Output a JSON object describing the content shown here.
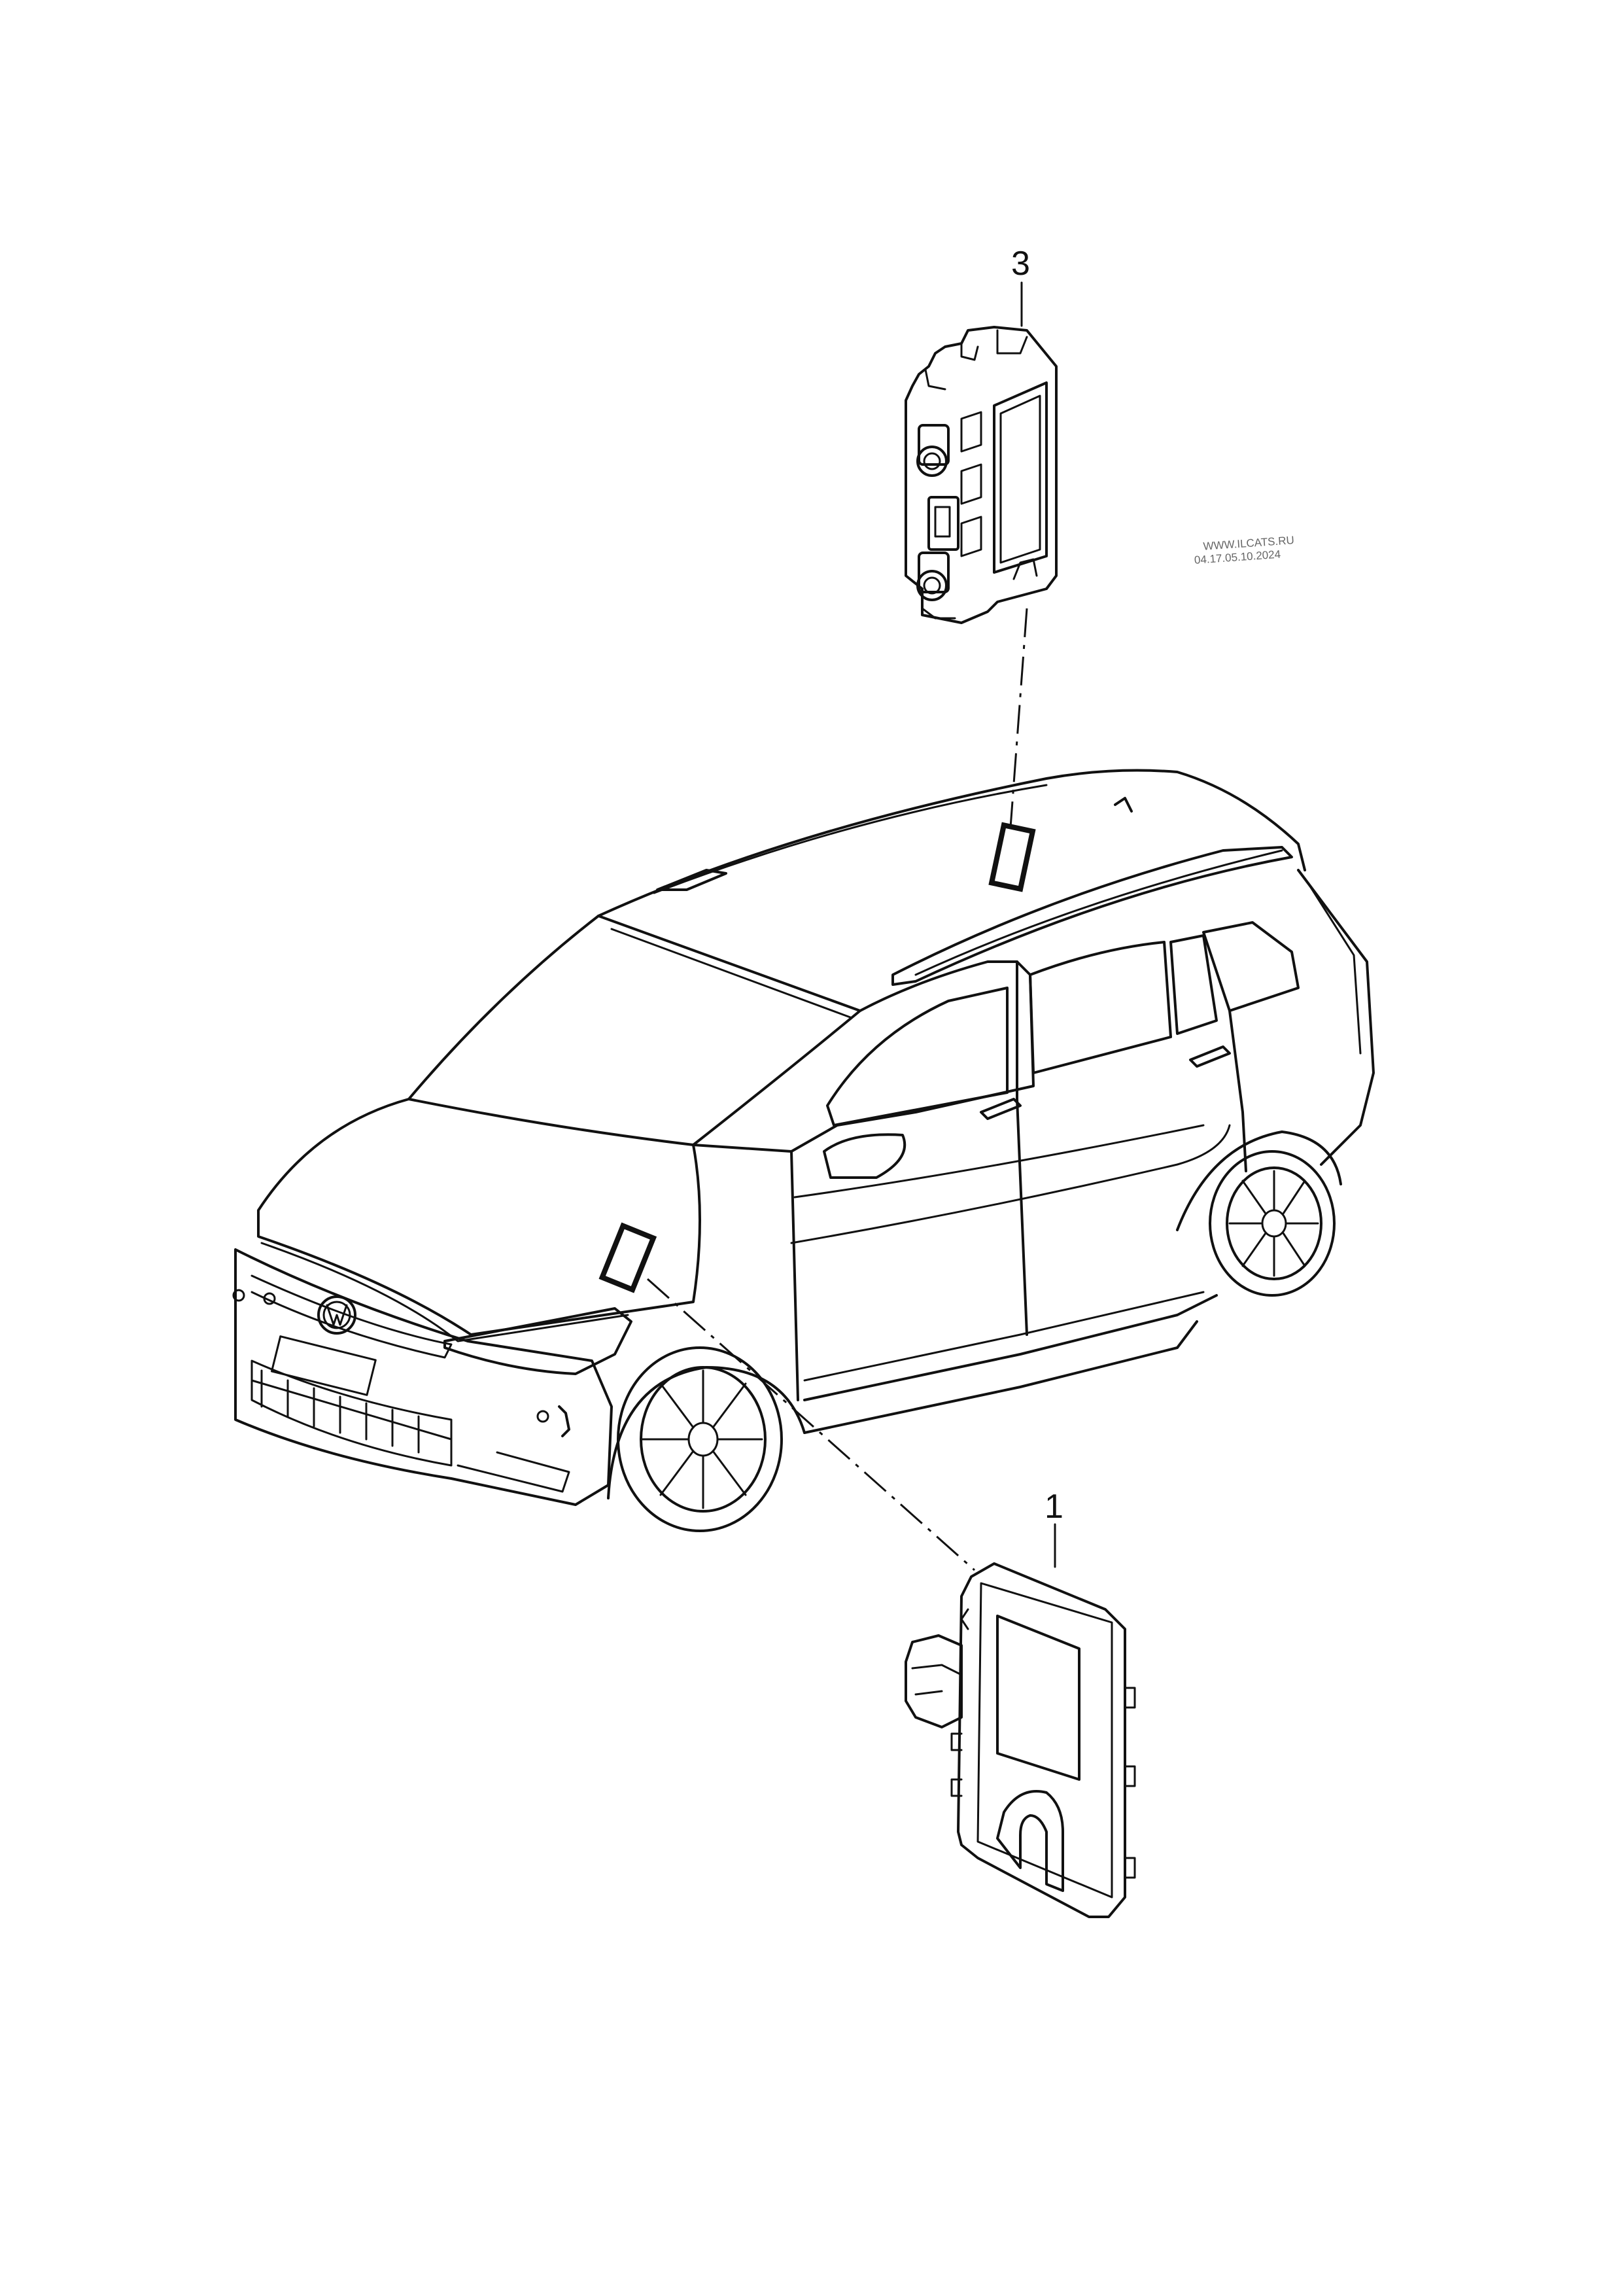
{
  "callouts": {
    "part3": "3",
    "part1": "1"
  },
  "watermark": {
    "line1": "WWW.ILCATS.RU",
    "line2": "04.17.05.10.2024"
  },
  "colors": {
    "ink": "#111111",
    "background": "#ffffff",
    "watermark": "#666666"
  }
}
